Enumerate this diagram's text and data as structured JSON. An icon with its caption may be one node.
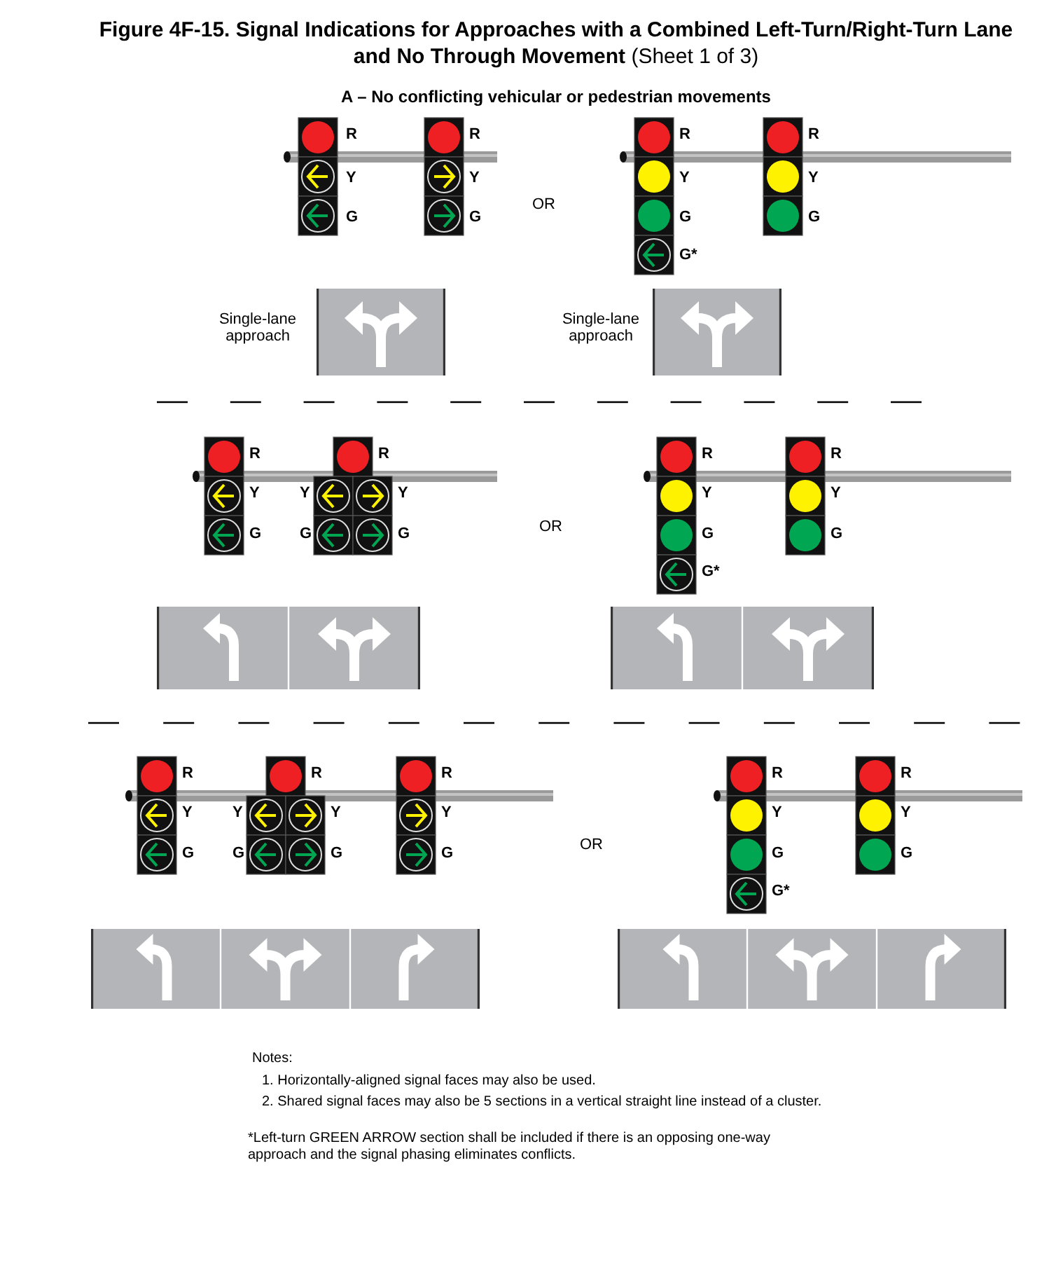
{
  "diagram": {
    "title": "**Figure 4F-15.  Signal Indications for Approaches with a Combined Left-Turn/Right-Turn Lane and No Through Movement** (Sheet 1 of 3)",
    "labels": [
      "A – No conflicting vehicular or pedestrian movements",
      "R",
      "Y",
      "G",
      "R",
      "Y",
      "G",
      "OR",
      "R",
      "Y",
      "G",
      "G*",
      "R",
      "Y",
      "G",
      "Single-lane approach",
      "Single-lane approach",
      "R",
      "Y",
      "G",
      "R",
      "Y",
      "Y",
      "G",
      "G",
      "OR",
      "R",
      "Y",
      "G",
      "G*",
      "R",
      "Y",
      "G",
      "R",
      "Y",
      "G",
      "R",
      "Y",
      "Y",
      "G",
      "G",
      "R",
      "Y",
      "G",
      "OR",
      "R",
      "Y",
      "G",
      "G*",
      "R",
      "Y",
      "G",
      "Notes:",
      "1.  Horizontally-aligned signal faces may also be used.",
      "2.  Shared signal faces may also be 5 sections in a vertical straight line instead of a cluster.",
      "*Left-turn GREEN ARROW section shall be included if there is an opposing one-way approach and the signal phasing eliminates conflicts."
    ]
  }
}
